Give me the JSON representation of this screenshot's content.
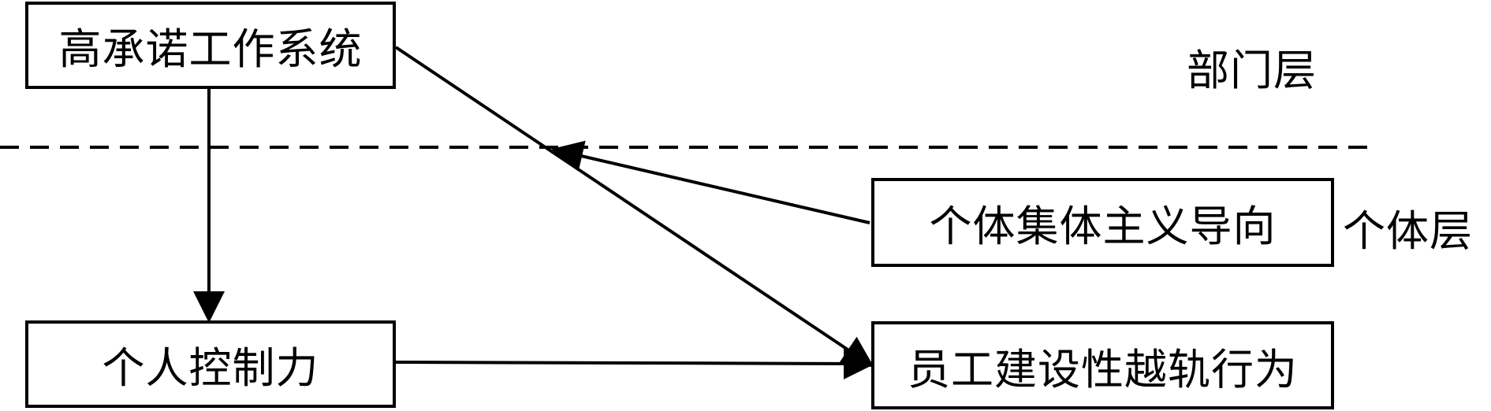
{
  "diagram": {
    "nodes": {
      "high_commitment": "高承诺工作系统",
      "personal_control": "个人控制力",
      "collectivism": "个体集体主义导向",
      "constructive_deviance": "员工建设性越轨行为"
    },
    "layers": {
      "department": "部门层",
      "individual": "个体层"
    },
    "colors": {
      "stroke": "#000000",
      "background": "#ffffff"
    }
  }
}
